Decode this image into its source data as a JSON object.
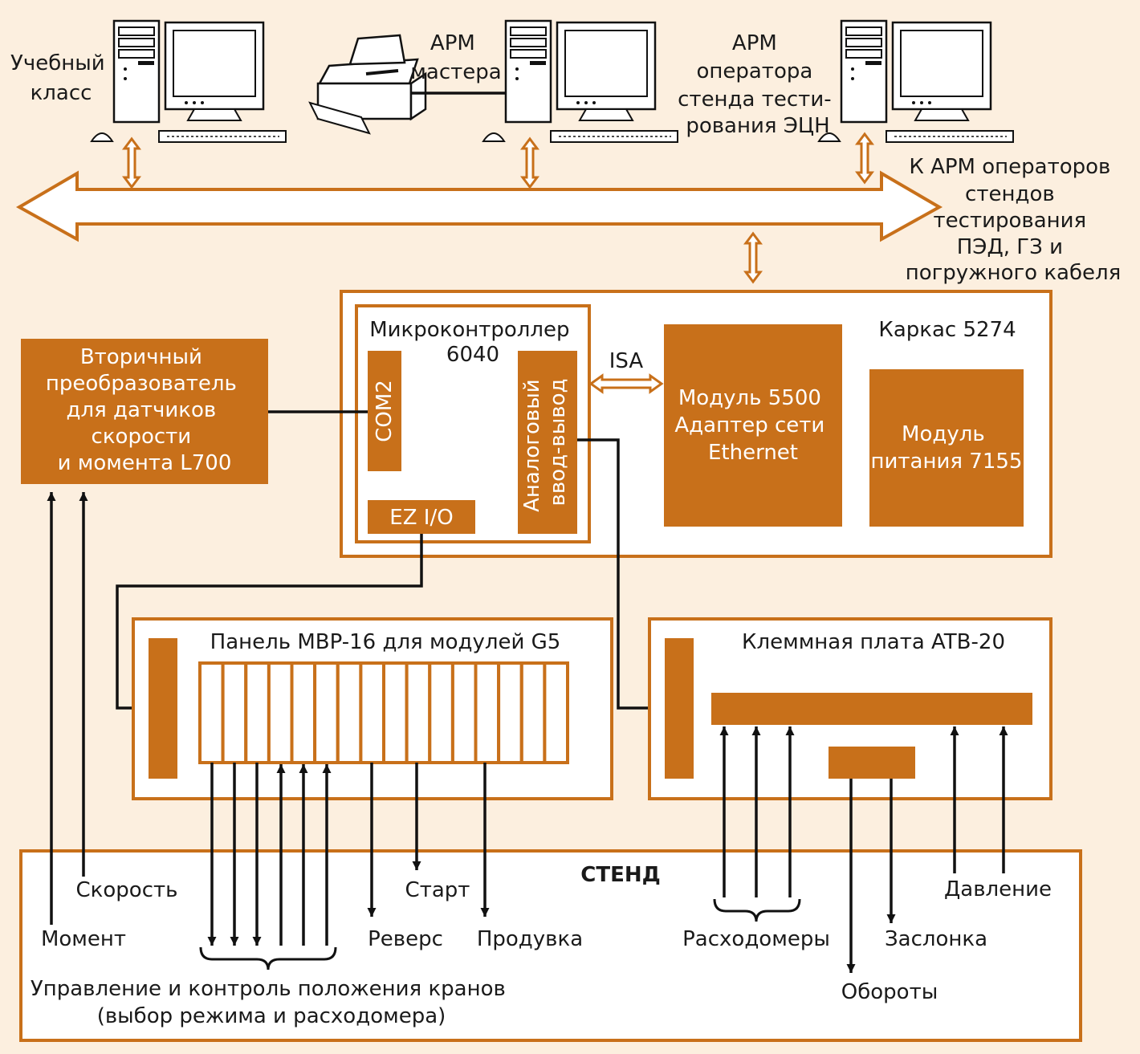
{
  "colors": {
    "accent": "#c8701a",
    "background": "#fcefdf",
    "line": "#111111"
  },
  "workstations": {
    "classroom": [
      "Учебный",
      "класс"
    ],
    "master": [
      "АРМ",
      "мастера"
    ],
    "operator": [
      "АРМ",
      "оператора",
      "стенда тести-",
      "рования ЭЦН"
    ]
  },
  "external": [
    "К АРМ операторов",
    "стендов",
    "тестирования",
    "ПЭД, ГЗ и",
    "погружного кабеля"
  ],
  "chassis": {
    "label": "Каркас 5274"
  },
  "microcontroller": {
    "title": [
      "Микроконтроллер",
      "6040"
    ],
    "com": "COM2",
    "analog": [
      "Аналоговый",
      "ввод-вывод"
    ],
    "ezio": "EZ I/O"
  },
  "isa": "ISA",
  "module5500": [
    "Модуль 5500",
    "Адаптер сети",
    "Ethernet"
  ],
  "module7155": [
    "Модуль",
    "питания 7155"
  ],
  "converter": [
    "Вторичный",
    "преобразователь",
    "для датчиков",
    "скорости",
    "и момента L700"
  ],
  "panel_mbr": {
    "label": "Панель MBP-16 для модулей G5",
    "slots": 16
  },
  "board_atb": {
    "label": "Клеммная плата ATB-20"
  },
  "stand": {
    "title": "СТЕНД",
    "moment": "Момент",
    "speed": "Скорость",
    "reverse": "Реверс",
    "start": "Старт",
    "purge": "Продувка",
    "flowmeters": "Расходомеры",
    "damper": "Заслонка",
    "rpm": "Обороты",
    "pressure": "Давление",
    "valves": [
      "Управление и контроль положения кранов",
      "(выбор режима и расходомера)"
    ]
  }
}
